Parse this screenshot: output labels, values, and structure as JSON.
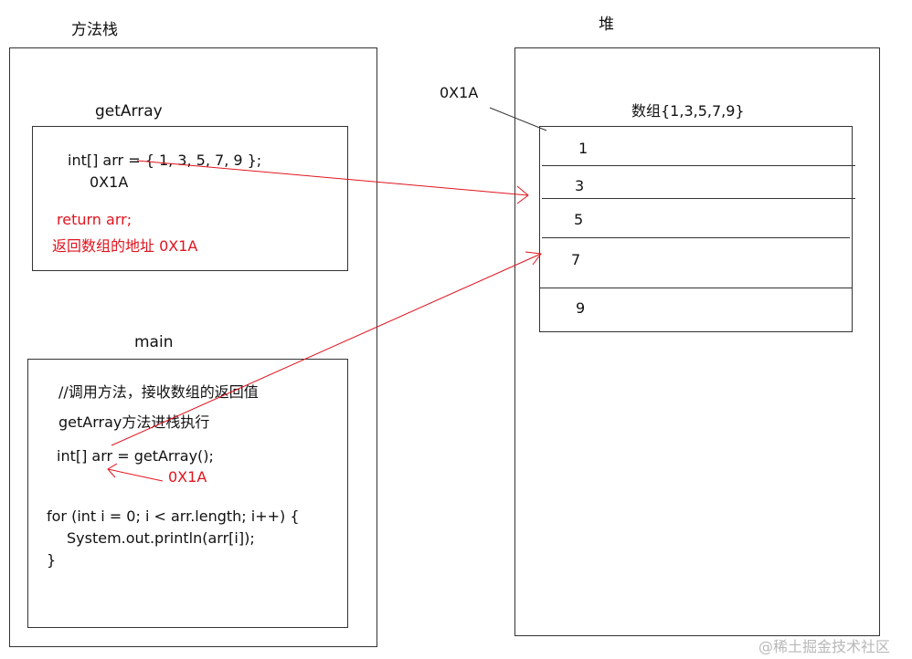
{
  "stack": {
    "title": "方法栈",
    "getarray_frame": {
      "name": "getArray",
      "line_decl": "int[] arr = { 1, 3, 5, 7, 9 };",
      "addr": "0X1A",
      "line_return": "return arr;",
      "line_return_note": "返回数组的地址 0X1A"
    },
    "main_frame": {
      "name": "main",
      "comment": "//调用方法，接收数组的返回值",
      "note": "getArray方法进栈执行",
      "line_call": "int[] arr = getArray();",
      "return_addr": "0X1A",
      "for_line": "for (int i = 0; i < arr.length; i++) {",
      "println_line": "System.out.println(arr[i]);",
      "close_brace": "}"
    }
  },
  "heap": {
    "title": "堆",
    "addr": "0X1A",
    "array_label": "数组{1,3,5,7,9}",
    "cells": [
      "1",
      "3",
      "5",
      "7",
      "9"
    ]
  },
  "watermark": "@稀土掘金技术社区",
  "colors": {
    "arrow": "#e0141e",
    "line": "#333333",
    "red_text": "#e0141e"
  }
}
